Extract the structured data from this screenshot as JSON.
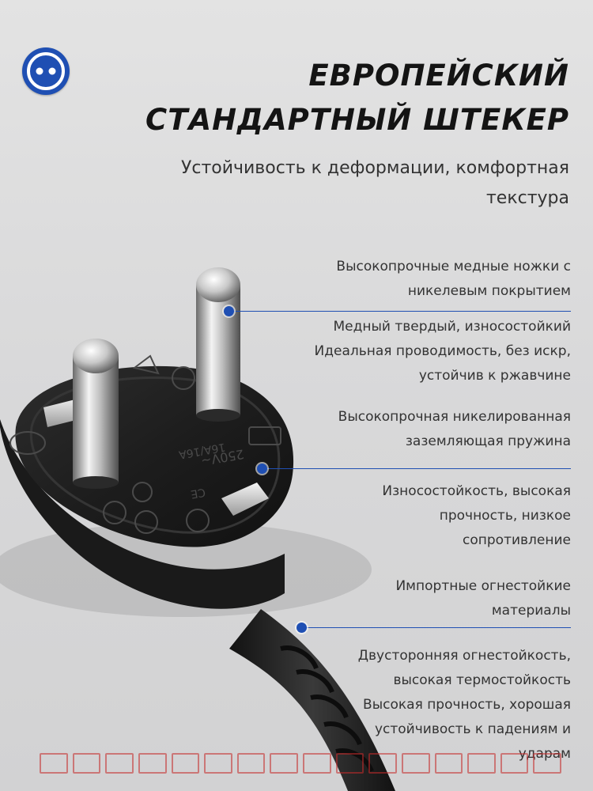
{
  "badge": {
    "icon": "socket-icon",
    "color": "#1f4fb3"
  },
  "title": {
    "line1": "ЕВРОПЕЙСКИЙ",
    "line2": "СТАНДАРТНЫЙ ШТЕКЕР"
  },
  "subtitle": {
    "line1": "Устойчивость к деформации, комфортная",
    "line2": "текстура"
  },
  "features": [
    {
      "lines": [
        "Высокопрочные медные ножки с",
        "никелевым покрытием"
      ]
    },
    {
      "lines": [
        "Медный твердый, износостойкий",
        "Идеальная проводимость, без искр,",
        "устойчив к ржавчине"
      ]
    },
    {
      "lines": [
        "Высокопрочная никелированная",
        "заземляющая пружина"
      ]
    },
    {
      "lines": [
        "Износостойкость, высокая",
        "прочность, низкое",
        "сопротивление"
      ]
    },
    {
      "lines": [
        "Импортные огнестойкие",
        "материалы"
      ]
    },
    {
      "lines": [
        "Двусторонняя огнестойкость,",
        "высокая термостойкость",
        "Высокая прочность, хорошая",
        "устойчивость к падениям и",
        "ударам"
      ]
    }
  ],
  "plug": {
    "face_markings": [
      "250V~",
      "16A/16A",
      "CE"
    ],
    "accent_color": "#1f4fb3"
  }
}
